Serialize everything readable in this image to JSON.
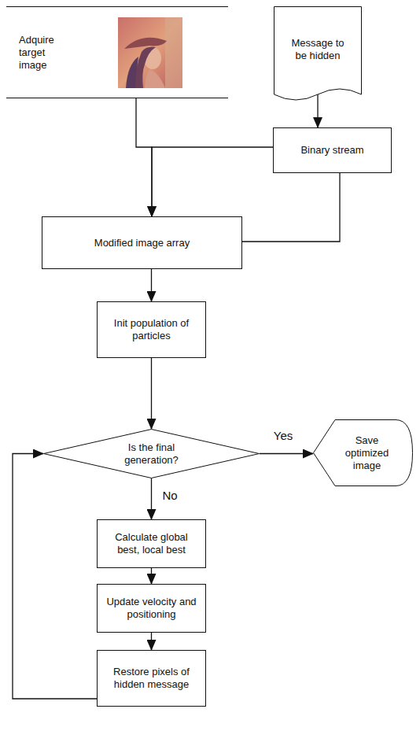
{
  "diagram": {
    "nodes": [
      {
        "text": [
          "Adquire target image"
        ]
      },
      {
        "text": [
          "Message to be hidden"
        ]
      },
      {
        "text": [
          "Binary stream"
        ]
      },
      {
        "text": [
          "Modified image array"
        ]
      },
      {
        "text": [
          "Init population of particles"
        ]
      },
      {
        "text": [
          "Is the final generation?"
        ]
      },
      {
        "text": [
          "Save optimized image"
        ]
      },
      {
        "text": [
          "Calculate global best, local best"
        ]
      },
      {
        "text": [
          "Update velocity and positioning"
        ]
      },
      {
        "text": [
          "Restore pixels of hidden message"
        ]
      }
    ],
    "edges": [
      {
        "from": 1,
        "to": 2,
        "arrow": "to"
      },
      {
        "from": 0,
        "to": 3,
        "arrow": "to"
      },
      {
        "from": 2,
        "to": 3,
        "arrow": "to"
      },
      {
        "from": 2,
        "to": 3,
        "arrow": "none"
      },
      {
        "from": 3,
        "to": 4,
        "arrow": "to"
      },
      {
        "from": 4,
        "to": 5,
        "arrow": "to"
      },
      {
        "from": 5,
        "to": 6,
        "label": "Yes",
        "arrow": "to"
      },
      {
        "from": 5,
        "to": 7,
        "label": "No",
        "arrow": "to"
      },
      {
        "from": 7,
        "to": 8,
        "arrow": "to"
      },
      {
        "from": 8,
        "to": 9,
        "arrow": "to"
      },
      {
        "from": 9,
        "to": 5,
        "arrow": "to"
      }
    ]
  }
}
